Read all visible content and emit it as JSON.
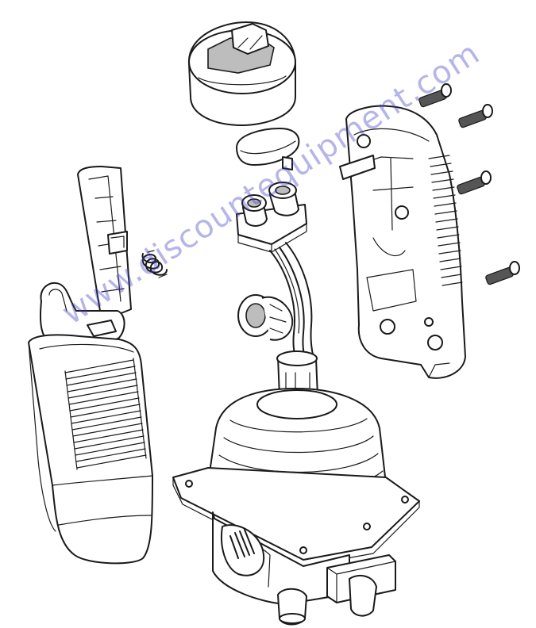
{
  "watermark": {
    "text": "www.discountequipment.com",
    "color": "#3c3cc8"
  },
  "parts": {
    "top_cap": "top-cap-rocker-switch",
    "rocker_button": "rocker-button",
    "connector_housing": "connector-housing",
    "side_button": "side-push-button",
    "spring": "compression-spring",
    "left_grip": "left-grip-half",
    "left_grip_panel": "left-grip-insert-panel",
    "right_grip": "right-grip-half",
    "screws": "mounting-screws",
    "joystick_base": "joystick-base-with-boot"
  }
}
